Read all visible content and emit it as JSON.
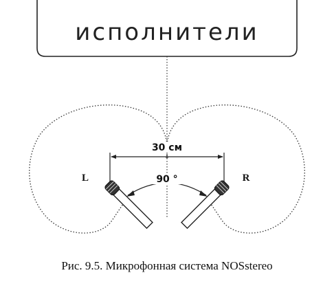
{
  "diagram": {
    "ensemble_label": "исполнители",
    "left_channel_label": "L",
    "right_channel_label": "R",
    "spacing_label": "30 см",
    "angle_label": "90 °",
    "caption": "Рис. 9.5. Микрофонная система NOSstereo",
    "colors": {
      "stroke": "#222222",
      "mic_body": "#ffffff",
      "mic_grille": "#333333",
      "background": "#ffffff"
    },
    "elements": [
      "performers-box",
      "center-axis",
      "left-pickup-pattern",
      "right-pickup-pattern",
      "spacing-dimension",
      "angle-arc",
      "left-microphone",
      "right-microphone"
    ]
  }
}
